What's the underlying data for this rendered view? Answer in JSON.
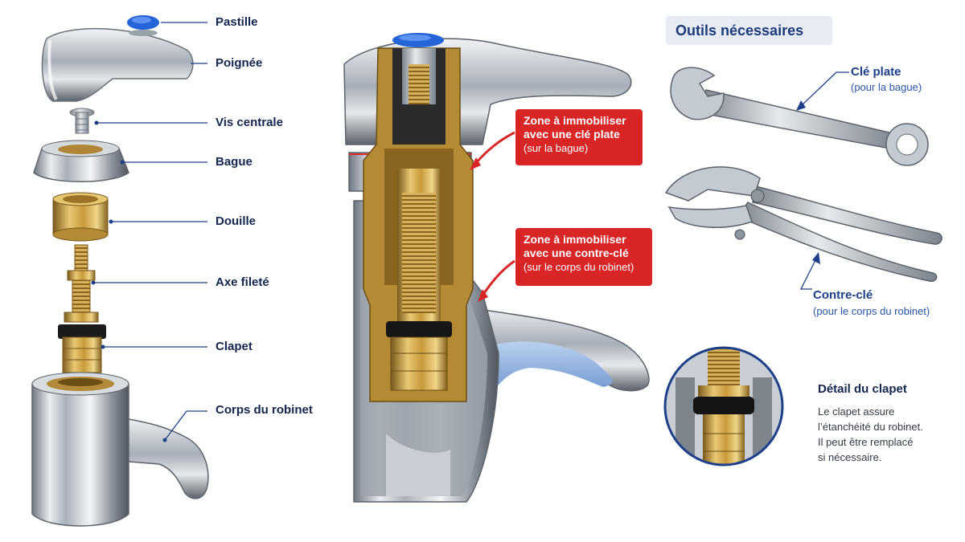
{
  "parts": [
    {
      "id": "pastille",
      "label": "Pastille"
    },
    {
      "id": "poignee",
      "label": "Poignée"
    },
    {
      "id": "vis",
      "label": "Vis centrale"
    },
    {
      "id": "bague",
      "label": "Bague"
    },
    {
      "id": "douille",
      "label": "Douille"
    },
    {
      "id": "axe",
      "label": "Axe fileté"
    },
    {
      "id": "clapet",
      "label": "Clapet"
    },
    {
      "id": "corps",
      "label": "Corps du robinet"
    }
  ],
  "zones": [
    {
      "title_line1": "Zone à immobiliser",
      "title_line2": "avec une clé plate",
      "sub": "(sur la bague)"
    },
    {
      "title_line1": "Zone à immobiliser",
      "title_line2": "avec une contre-clé",
      "sub": "(sur le corps du robinet)"
    }
  ],
  "tools": {
    "heading": "Outils nécessaires",
    "items": [
      {
        "name": "Clé plate",
        "sub": "(pour la bague)",
        "icon": "open-end-wrench-icon"
      },
      {
        "name": "Contre-clé",
        "sub": "(pour le corps du robinet)",
        "icon": "adjustable-pliers-icon"
      }
    ]
  },
  "detail": {
    "title": "Détail du clapet",
    "lines": [
      "Le clapet assure",
      "l’étanchéité du robinet.",
      "Il peut être remplacé",
      "si nécessaire."
    ]
  },
  "colors": {
    "label_text": "#14264f",
    "accent_blue": "#1d3f8a",
    "zone_red": "#d92525",
    "chrome": "#b9c0c8",
    "brass": "#c89a3a",
    "rubber": "#1a1a1a",
    "water": "#8fb3df"
  }
}
